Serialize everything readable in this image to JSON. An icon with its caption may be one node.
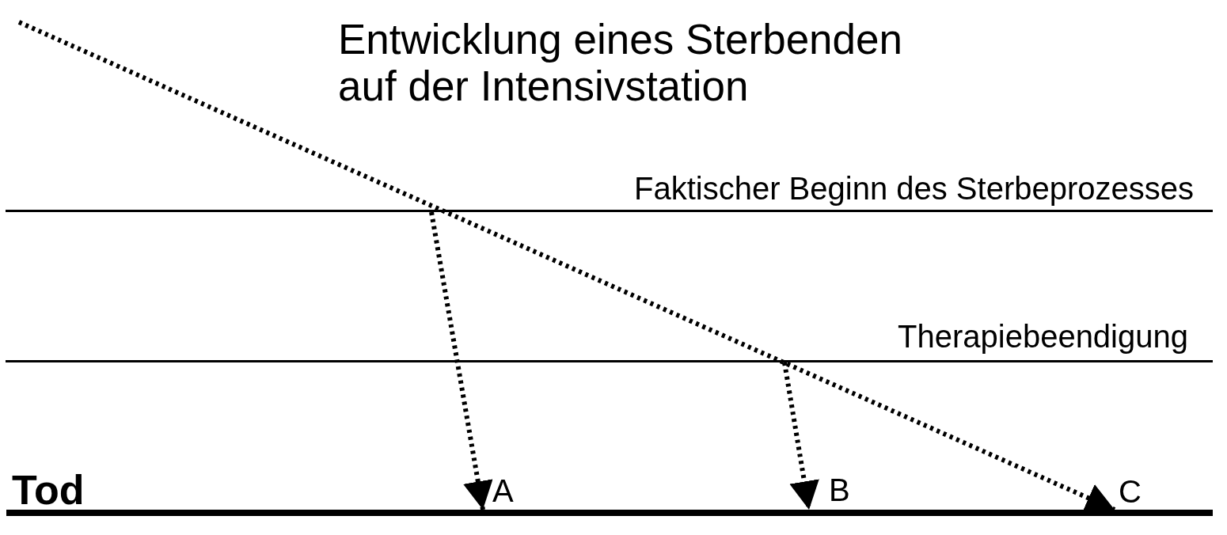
{
  "diagram": {
    "title": "Entwicklung eines Sterbenden auf der Intensivstation",
    "nodes": [
      {
        "text": [],
        "shape": "line",
        "beside": [
          "Faktischer Beginn des Sterbeprozesses"
        ]
      },
      {
        "text": [],
        "shape": "line",
        "beside": [
          "Therapiebeendigung"
        ]
      },
      {
        "text": [],
        "shape": "line",
        "beside": [
          "Tod"
        ]
      }
    ],
    "edges": [
      {
        "from": null,
        "to": 2,
        "arrow": "to",
        "label": "C",
        "style": "dashed"
      },
      {
        "from": 0,
        "to": 2,
        "arrow": "to",
        "label": "A",
        "style": "dashed"
      },
      {
        "from": 1,
        "to": 2,
        "arrow": "to",
        "label": "B",
        "style": "dashed"
      }
    ]
  }
}
